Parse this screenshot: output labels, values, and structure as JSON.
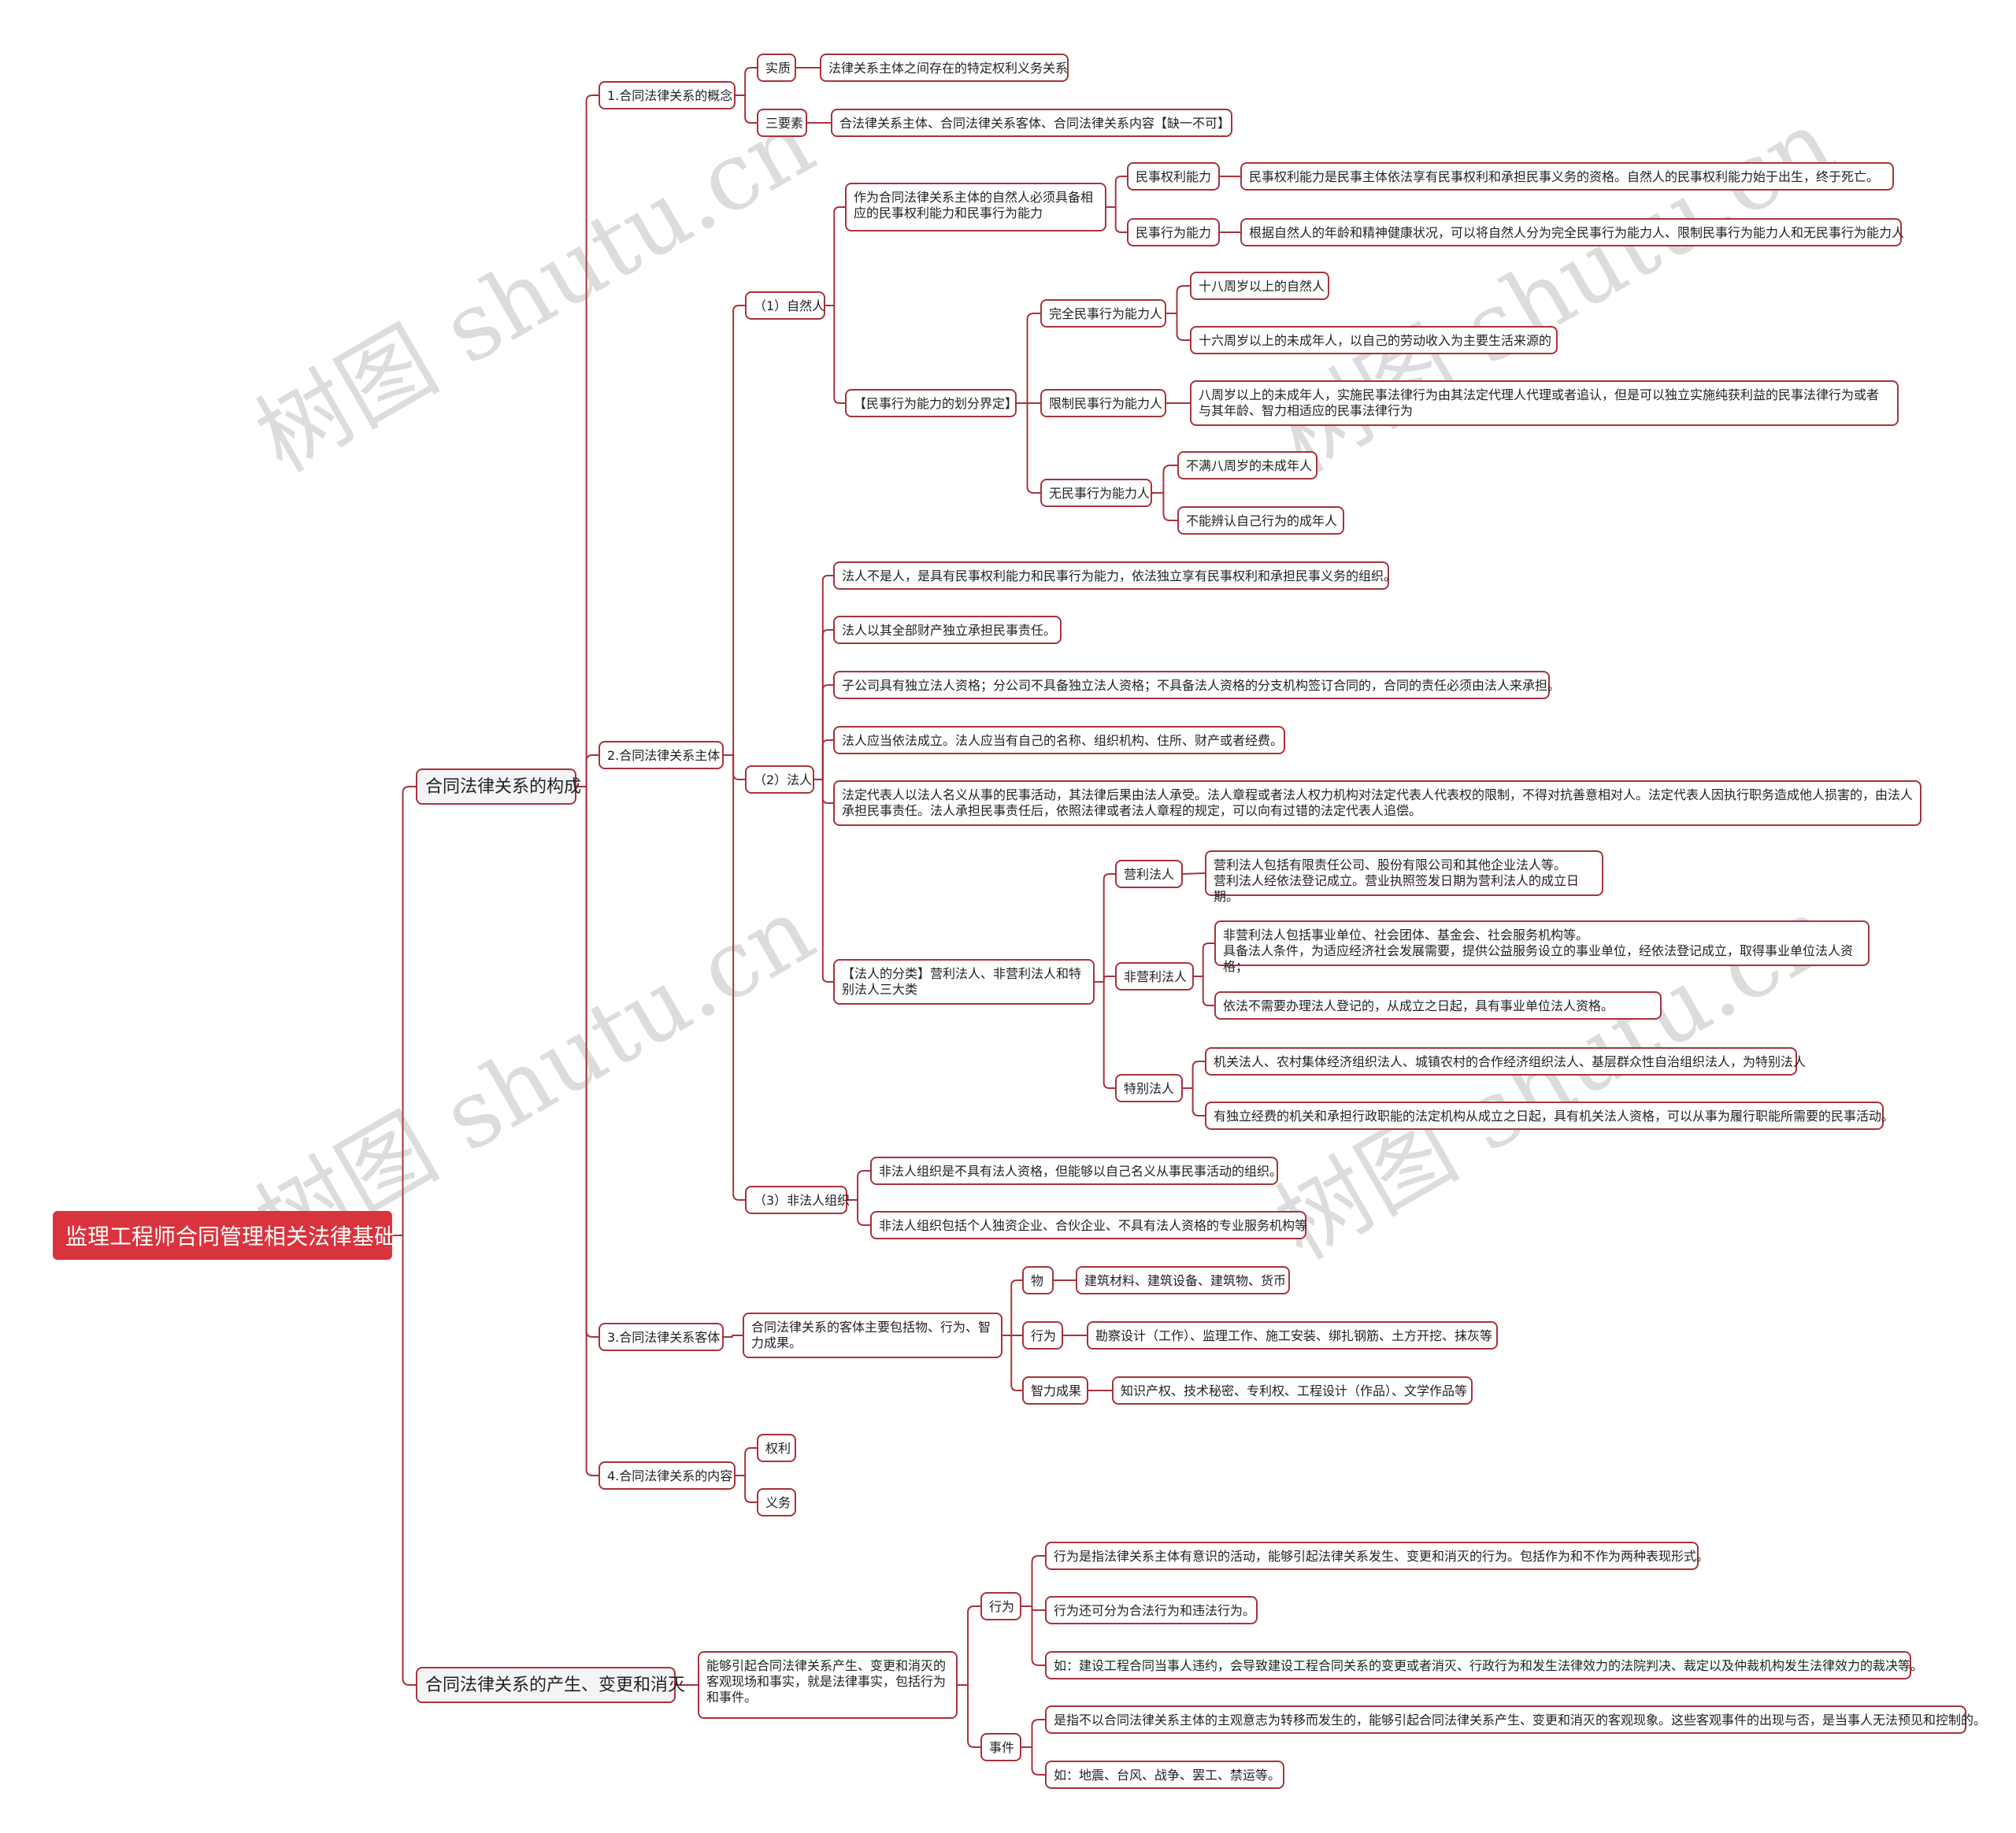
{
  "colors": {
    "accent": "#a8333c",
    "root_fill": "#d9343d",
    "level1_fill": "#f3f4f6"
  },
  "watermarks": [
    "树图 shutu.cn",
    "树图 shutu.cn",
    "树图 shutu.cn",
    "树图 shutu.cn"
  ],
  "root": {
    "label": "监理工程师合同管理相关法律基础"
  },
  "composition": {
    "label": "合同法律关系的构成",
    "concept": {
      "label": "1.合同法律关系的概念",
      "essence": "实质",
      "essence_text": "法律关系主体之间存在的特定权利义务关系",
      "elements": "三要素",
      "elements_text": "合法律关系主体、合同法律关系客体、合同法律关系内容【缺一不可】"
    },
    "subject": {
      "label": "2.合同法律关系主体",
      "natural": {
        "label": "（1）自然人",
        "requirement": "作为合同法律关系主体的自然人必须具备相应的民事权利能力和民事行为能力",
        "rights_cap": "民事权利能力",
        "rights_cap_text": "民事权利能力是民事主体依法享有民事权利和承担民事义务的资格。自然人的民事权利能力始于出生，终于死亡。",
        "act_cap": "民事行为能力",
        "act_cap_text": "根据自然人的年龄和精神健康状况，可以将自然人分为完全民事行为能力人、限制民事行为能力人和无民事行为能力人",
        "division": "【民事行为能力的划分界定】",
        "full": "完全民事行为能力人",
        "full_a": "十八周岁以上的自然人",
        "full_b": "十六周岁以上的未成年人，以自己的劳动收入为主要生活来源的",
        "limited": "限制民事行为能力人",
        "limited_text": "八周岁以上的未成年人，实施民事法律行为由其法定代理人代理或者追认，但是可以独立实施纯获利益的民事法律行为或者与其年龄、智力相适应的民事法律行为",
        "none": "无民事行为能力人",
        "none_a": "不满八周岁的未成年人",
        "none_b": "不能辨认自己行为的成年人"
      },
      "legal": {
        "label": "（2）法人",
        "p1": "法人不是人，是具有民事权利能力和民事行为能力，依法独立享有民事权利和承担民事义务的组织。",
        "p2": "法人以其全部财产独立承担民事责任。",
        "p3": "子公司具有独立法人资格；分公司不具备独立法人资格；不具备法人资格的分支机构签订合同的，合同的责任必须由法人来承担。",
        "p4": "法人应当依法成立。法人应当有自己的名称、组织机构、住所、财产或者经费。",
        "p5": "法定代表人以法人名义从事的民事活动，其法律后果由法人承受。法人章程或者法人权力机构对法定代表人代表权的限制，不得对抗善意相对人。法定代表人因执行职务造成他人损害的，由法人承担民事责任。法人承担民事责任后，依照法律或者法人章程的规定，可以向有过错的法定代表人追偿。",
        "classes": "【法人的分类】营利法人、非营利法人和特别法人三大类",
        "profit": "营利法人",
        "profit_text": "营利法人包括有限责任公司、股份有限公司和其他企业法人等。\n营利法人经依法登记成立。营业执照签发日期为营利法人的成立日期。",
        "nonprofit": "非营利法人",
        "nonprofit_text": "非营利法人包括事业单位、社会团体、基金会、社会服务机构等。\n具备法人条件，为适应经济社会发展需要，提供公益服务设立的事业单位，经依法登记成立，取得事业单位法人资格；",
        "nonprofit_text2": "依法不需要办理法人登记的，从成立之日起，具有事业单位法人资格。",
        "special": "特别法人",
        "special_a": "机关法人、农村集体经济组织法人、城镇农村的合作经济组织法人、基层群众性自治组织法人，为特别法人",
        "special_b": "有独立经费的机关和承担行政职能的法定机构从成立之日起，具有机关法人资格，可以从事为履行职能所需要的民事活动。"
      },
      "unincorporated": {
        "label": "（3）非法人组织",
        "a": "非法人组织是不具有法人资格，但能够以自己名义从事民事活动的组织。",
        "b": "非法人组织包括个人独资企业、合伙企业、不具有法人资格的专业服务机构等"
      }
    },
    "object": {
      "label": "3.合同法律关系客体",
      "desc": "合同法律关系的客体主要包括物、行为、智力成果。",
      "thing": "物",
      "thing_text": "建筑材料、建筑设备、建筑物、货币",
      "act": "行为",
      "act_text": "勘察设计（工作）、监理工作、施工安装、绑扎钢筋、土方开挖、抹灰等",
      "ip": "智力成果",
      "ip_text": "知识产权、技术秘密、专利权、工程设计（作品）、文学作品等"
    },
    "content": {
      "label": "4.合同法律关系的内容",
      "rights": "权利",
      "duties": "义务"
    }
  },
  "change": {
    "label": "合同法律关系的产生、变更和消灭",
    "desc": "能够引起合同法律关系产生、变更和消灭的客观现场和事实，就是法律事实，包括行为和事件。",
    "act": "行为",
    "act_a": "行为是指法律关系主体有意识的活动，能够引起法律关系发生、变更和消灭的行为。包括作为和不作为两种表现形式。",
    "act_b": "行为还可分为合法行为和违法行为。",
    "act_c": "如：建设工程合同当事人违约，会导致建设工程合同关系的变更或者消灭、行政行为和发生法律效力的法院判决、裁定以及仲裁机构发生法律效力的裁决等。",
    "event": "事件",
    "event_a": "是指不以合同法律关系主体的主观意志为转移而发生的，能够引起合同法律关系产生、变更和消灭的客观现象。这些客观事件的出现与否，是当事人无法预见和控制的。",
    "event_b": "如：地震、台风、战争、罢工、禁运等。"
  }
}
